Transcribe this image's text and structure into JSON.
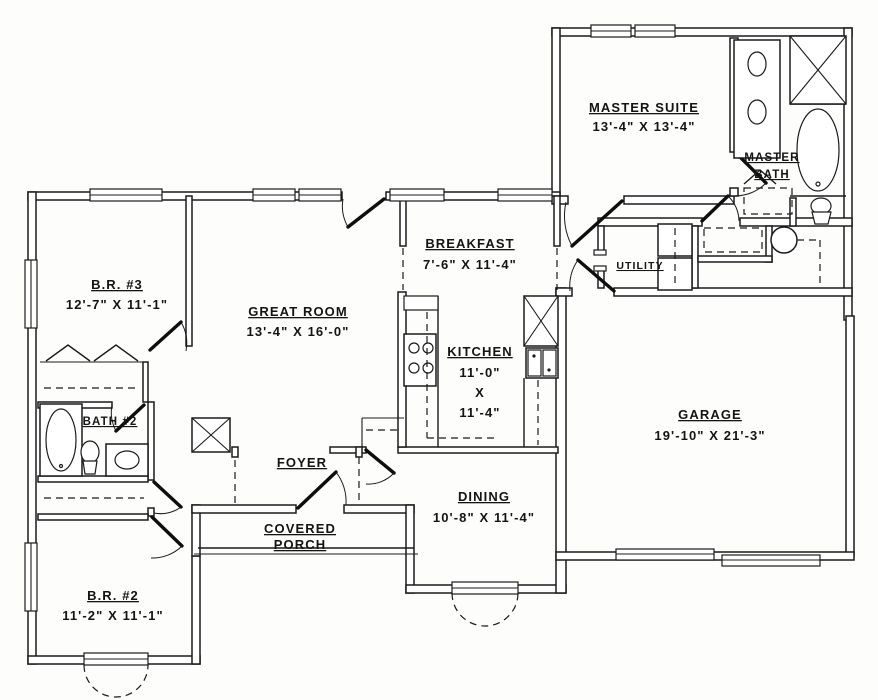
{
  "drawing": {
    "type": "residential floor plan"
  },
  "colors": {
    "line": "#1b1b1b",
    "paper": "#fdfdfc"
  },
  "rooms": {
    "master_suite": {
      "name": "MASTER SUITE",
      "dims": "13'-4\" X 13'-4\""
    },
    "master_bath": {
      "line1": "MASTER",
      "line2": "BATH"
    },
    "breakfast": {
      "name": "BREAKFAST",
      "dims": "7'-6\" X 11'-4\""
    },
    "utility": {
      "name": "UTILITY"
    },
    "br3": {
      "name": "B.R. #3",
      "dims": "12'-7\" X 11'-1\""
    },
    "great_room": {
      "name": "GREAT ROOM",
      "dims": "13'-4\" X 16'-0\""
    },
    "kitchen": {
      "name": "KITCHEN",
      "w": "11'-0\"",
      "x": "X",
      "l": "11'-4\""
    },
    "garage": {
      "name": "GARAGE",
      "dims": "19'-10\" X 21'-3\""
    },
    "bath2": {
      "name": "BATH #2"
    },
    "foyer": {
      "name": "FOYER"
    },
    "dining": {
      "name": "DINING",
      "dims": "10'-8\" X 11'-4\""
    },
    "porch": {
      "line1": "COVERED",
      "line2": "PORCH"
    },
    "br2": {
      "name": "B.R. #2",
      "dims": "11'-2\" X 11'-1\""
    }
  }
}
